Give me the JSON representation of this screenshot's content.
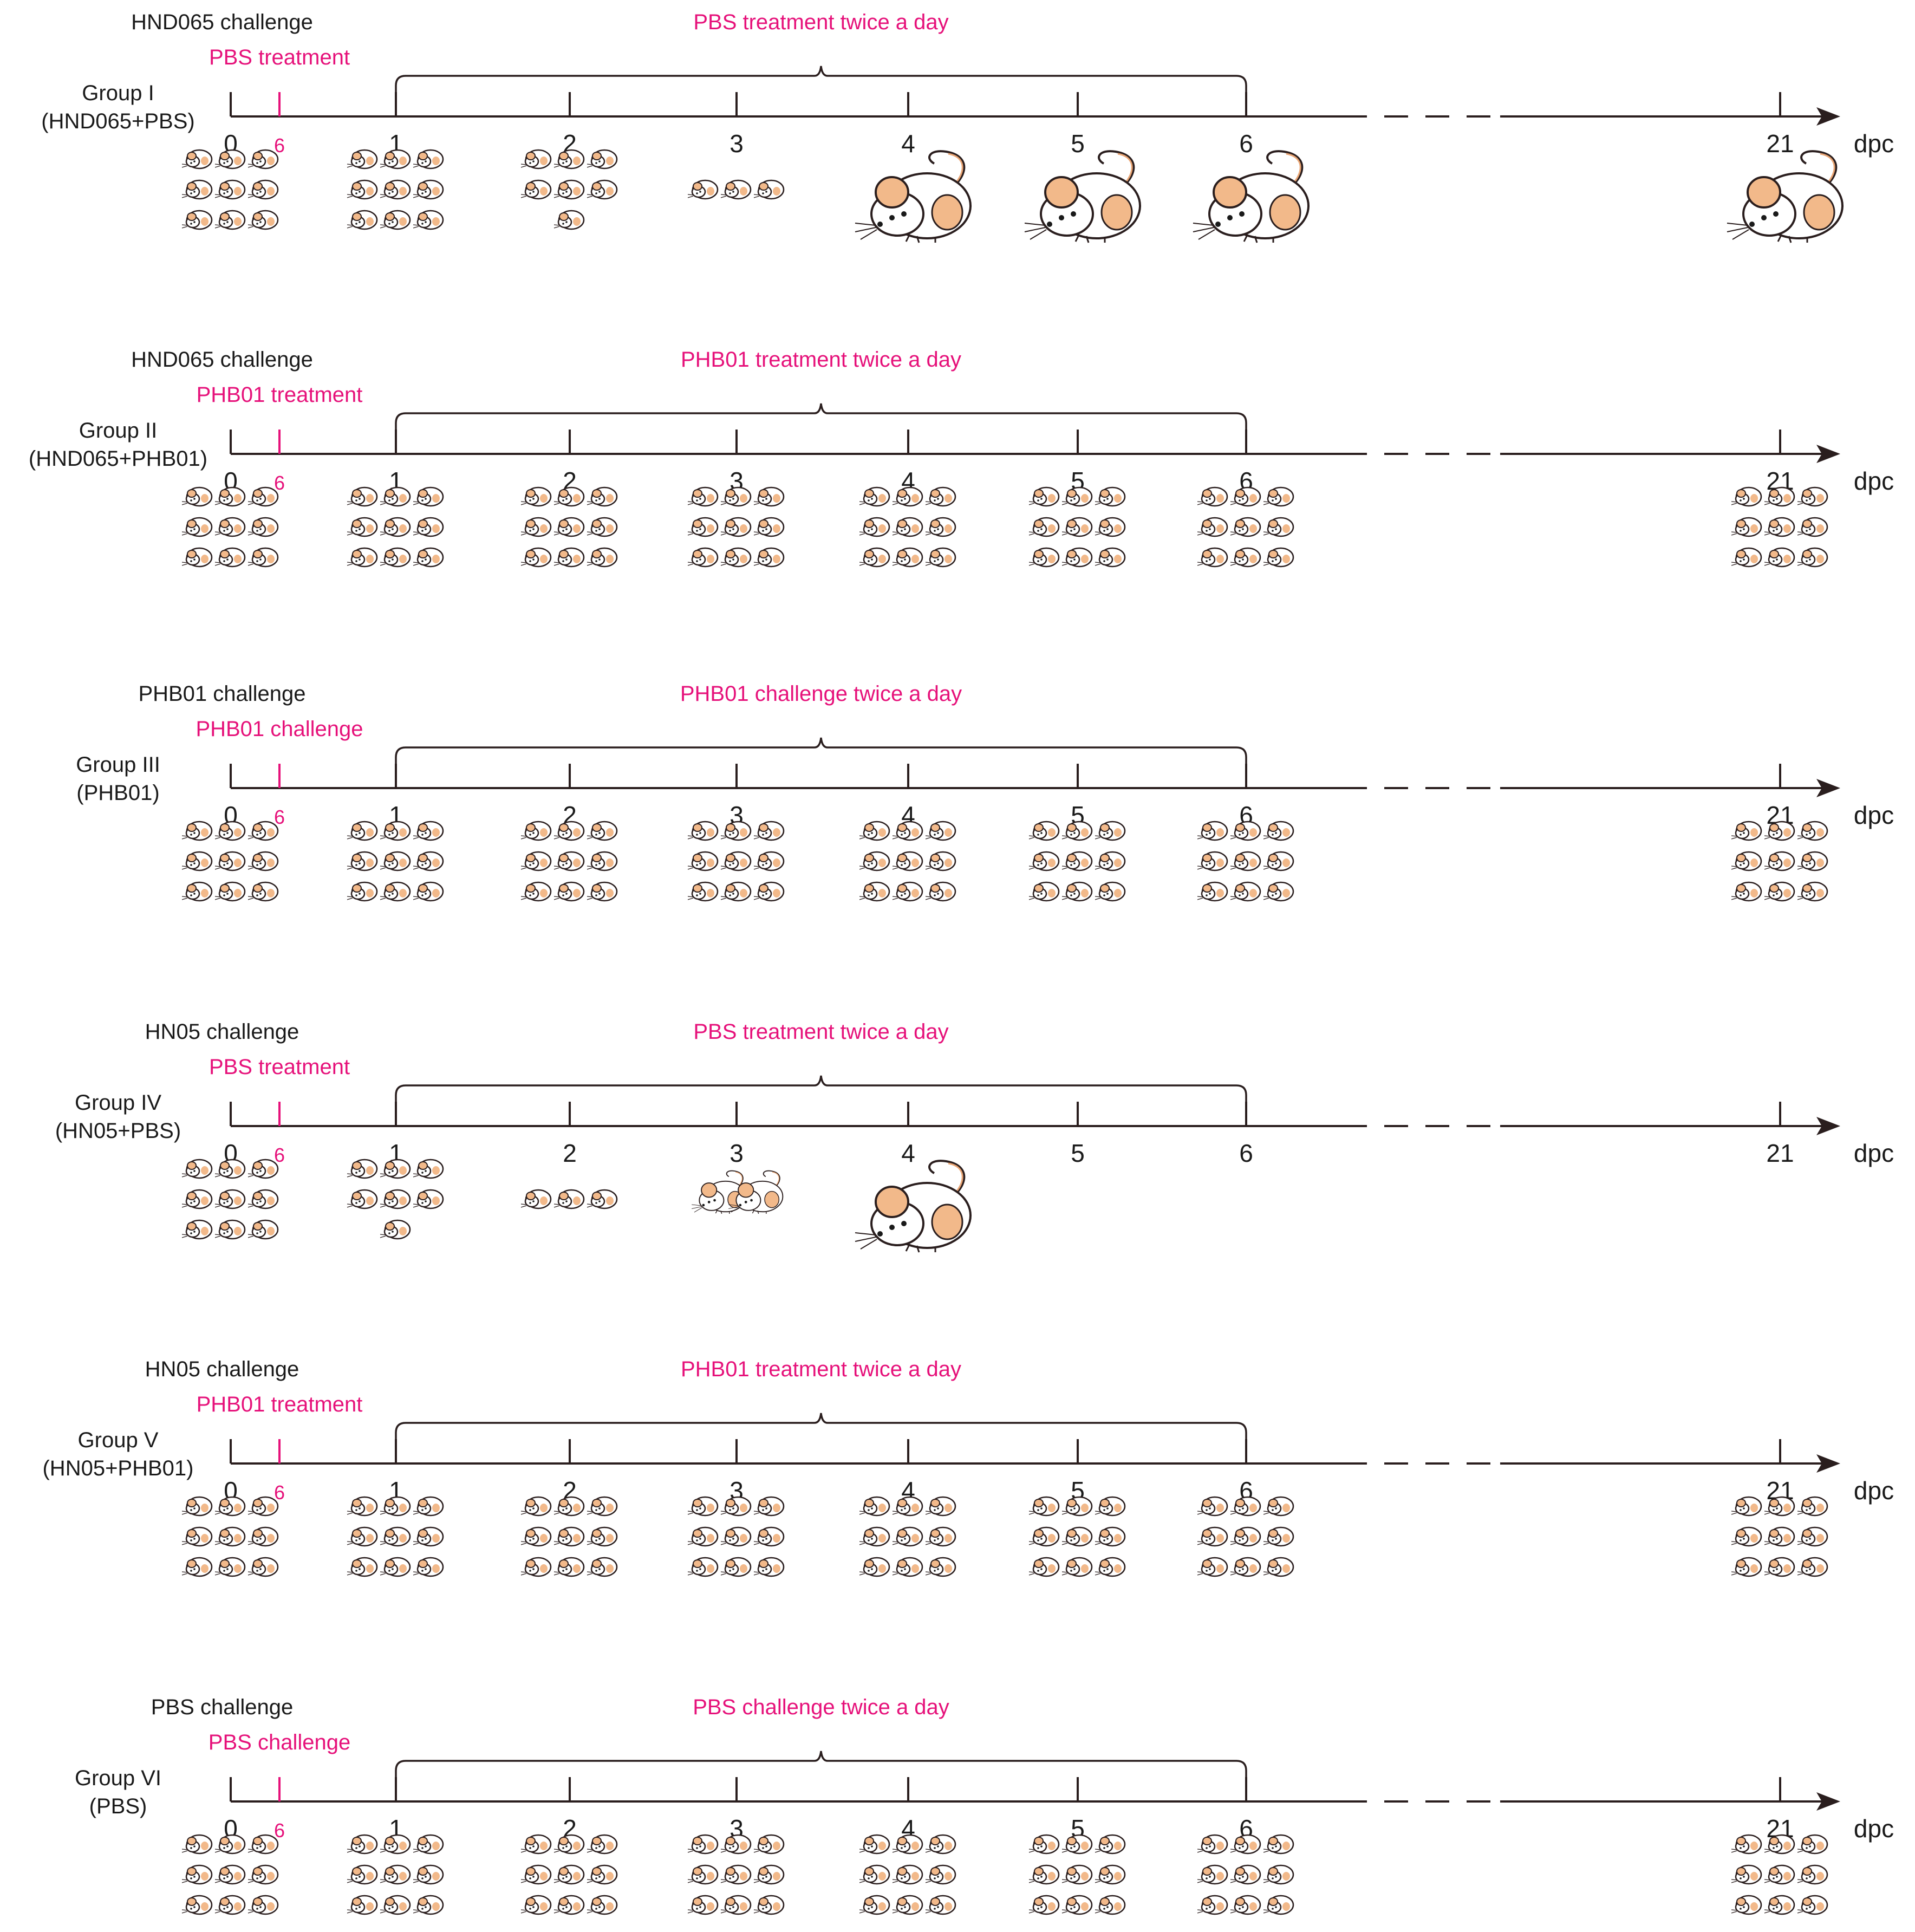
{
  "colors": {
    "accent": "#e6117a",
    "text": "#1a1a1a",
    "axis": "#2a1e1e",
    "mouse_body": "#ffffff",
    "mouse_ear": "#f2b98a"
  },
  "day_labels": [
    "0",
    "1",
    "2",
    "3",
    "4",
    "5",
    "6",
    "21"
  ],
  "hour_label": "6",
  "unit_label": "dpc",
  "groups": [
    {
      "challenge": "HND065 challenge",
      "initial_treatment": "PBS treatment",
      "course": "PBS treatment twice a day",
      "group_name": "Group I",
      "group_desc": "(HND065+PBS)",
      "mice": [
        {
          "day": "0",
          "count": 9
        },
        {
          "day": "1",
          "count": 9
        },
        {
          "day": "2",
          "count": 7
        },
        {
          "day": "3",
          "count": 3
        },
        {
          "day": "4",
          "count": 1
        },
        {
          "day": "5",
          "count": 1
        },
        {
          "day": "6",
          "count": 1
        },
        {
          "day": "21",
          "count": 1
        }
      ]
    },
    {
      "challenge": "HND065 challenge",
      "initial_treatment": "PHB01 treatment",
      "course": "PHB01 treatment twice a day",
      "group_name": "Group II",
      "group_desc": "(HND065+PHB01)",
      "mice": [
        {
          "day": "0",
          "count": 9
        },
        {
          "day": "1",
          "count": 9
        },
        {
          "day": "2",
          "count": 9
        },
        {
          "day": "3",
          "count": 9
        },
        {
          "day": "4",
          "count": 9
        },
        {
          "day": "5",
          "count": 9
        },
        {
          "day": "6",
          "count": 9
        },
        {
          "day": "21",
          "count": 9
        }
      ]
    },
    {
      "challenge": "PHB01 challenge",
      "initial_treatment": "PHB01 challenge",
      "course": "PHB01 challenge twice a day",
      "group_name": "Group III",
      "group_desc": "(PHB01)",
      "mice": [
        {
          "day": "0",
          "count": 9
        },
        {
          "day": "1",
          "count": 9
        },
        {
          "day": "2",
          "count": 9
        },
        {
          "day": "3",
          "count": 9
        },
        {
          "day": "4",
          "count": 9
        },
        {
          "day": "5",
          "count": 9
        },
        {
          "day": "6",
          "count": 9
        },
        {
          "day": "21",
          "count": 9
        }
      ]
    },
    {
      "challenge": "HN05 challenge",
      "initial_treatment": "PBS treatment",
      "course": "PBS treatment twice a day",
      "group_name": "Group IV",
      "group_desc": "(HN05+PBS)",
      "mice": [
        {
          "day": "0",
          "count": 9
        },
        {
          "day": "1",
          "count": 7
        },
        {
          "day": "2",
          "count": 3
        },
        {
          "day": "3",
          "count": 2
        },
        {
          "day": "4",
          "count": 1
        }
      ]
    },
    {
      "challenge": "HN05 challenge",
      "initial_treatment": "PHB01 treatment",
      "course": "PHB01 treatment twice a day",
      "group_name": "Group V",
      "group_desc": "(HN05+PHB01)",
      "mice": [
        {
          "day": "0",
          "count": 9
        },
        {
          "day": "1",
          "count": 9
        },
        {
          "day": "2",
          "count": 9
        },
        {
          "day": "3",
          "count": 9
        },
        {
          "day": "4",
          "count": 9
        },
        {
          "day": "5",
          "count": 9
        },
        {
          "day": "6",
          "count": 9
        },
        {
          "day": "21",
          "count": 9
        }
      ]
    },
    {
      "challenge": "PBS challenge",
      "initial_treatment": "PBS challenge",
      "course": "PBS challenge twice a day",
      "group_name": "Group VI",
      "group_desc": "(PBS)",
      "mice": [
        {
          "day": "0",
          "count": 9
        },
        {
          "day": "1",
          "count": 9
        },
        {
          "day": "2",
          "count": 9
        },
        {
          "day": "3",
          "count": 9
        },
        {
          "day": "4",
          "count": 9
        },
        {
          "day": "5",
          "count": 9
        },
        {
          "day": "6",
          "count": 9
        },
        {
          "day": "21",
          "count": 9
        }
      ]
    }
  ]
}
